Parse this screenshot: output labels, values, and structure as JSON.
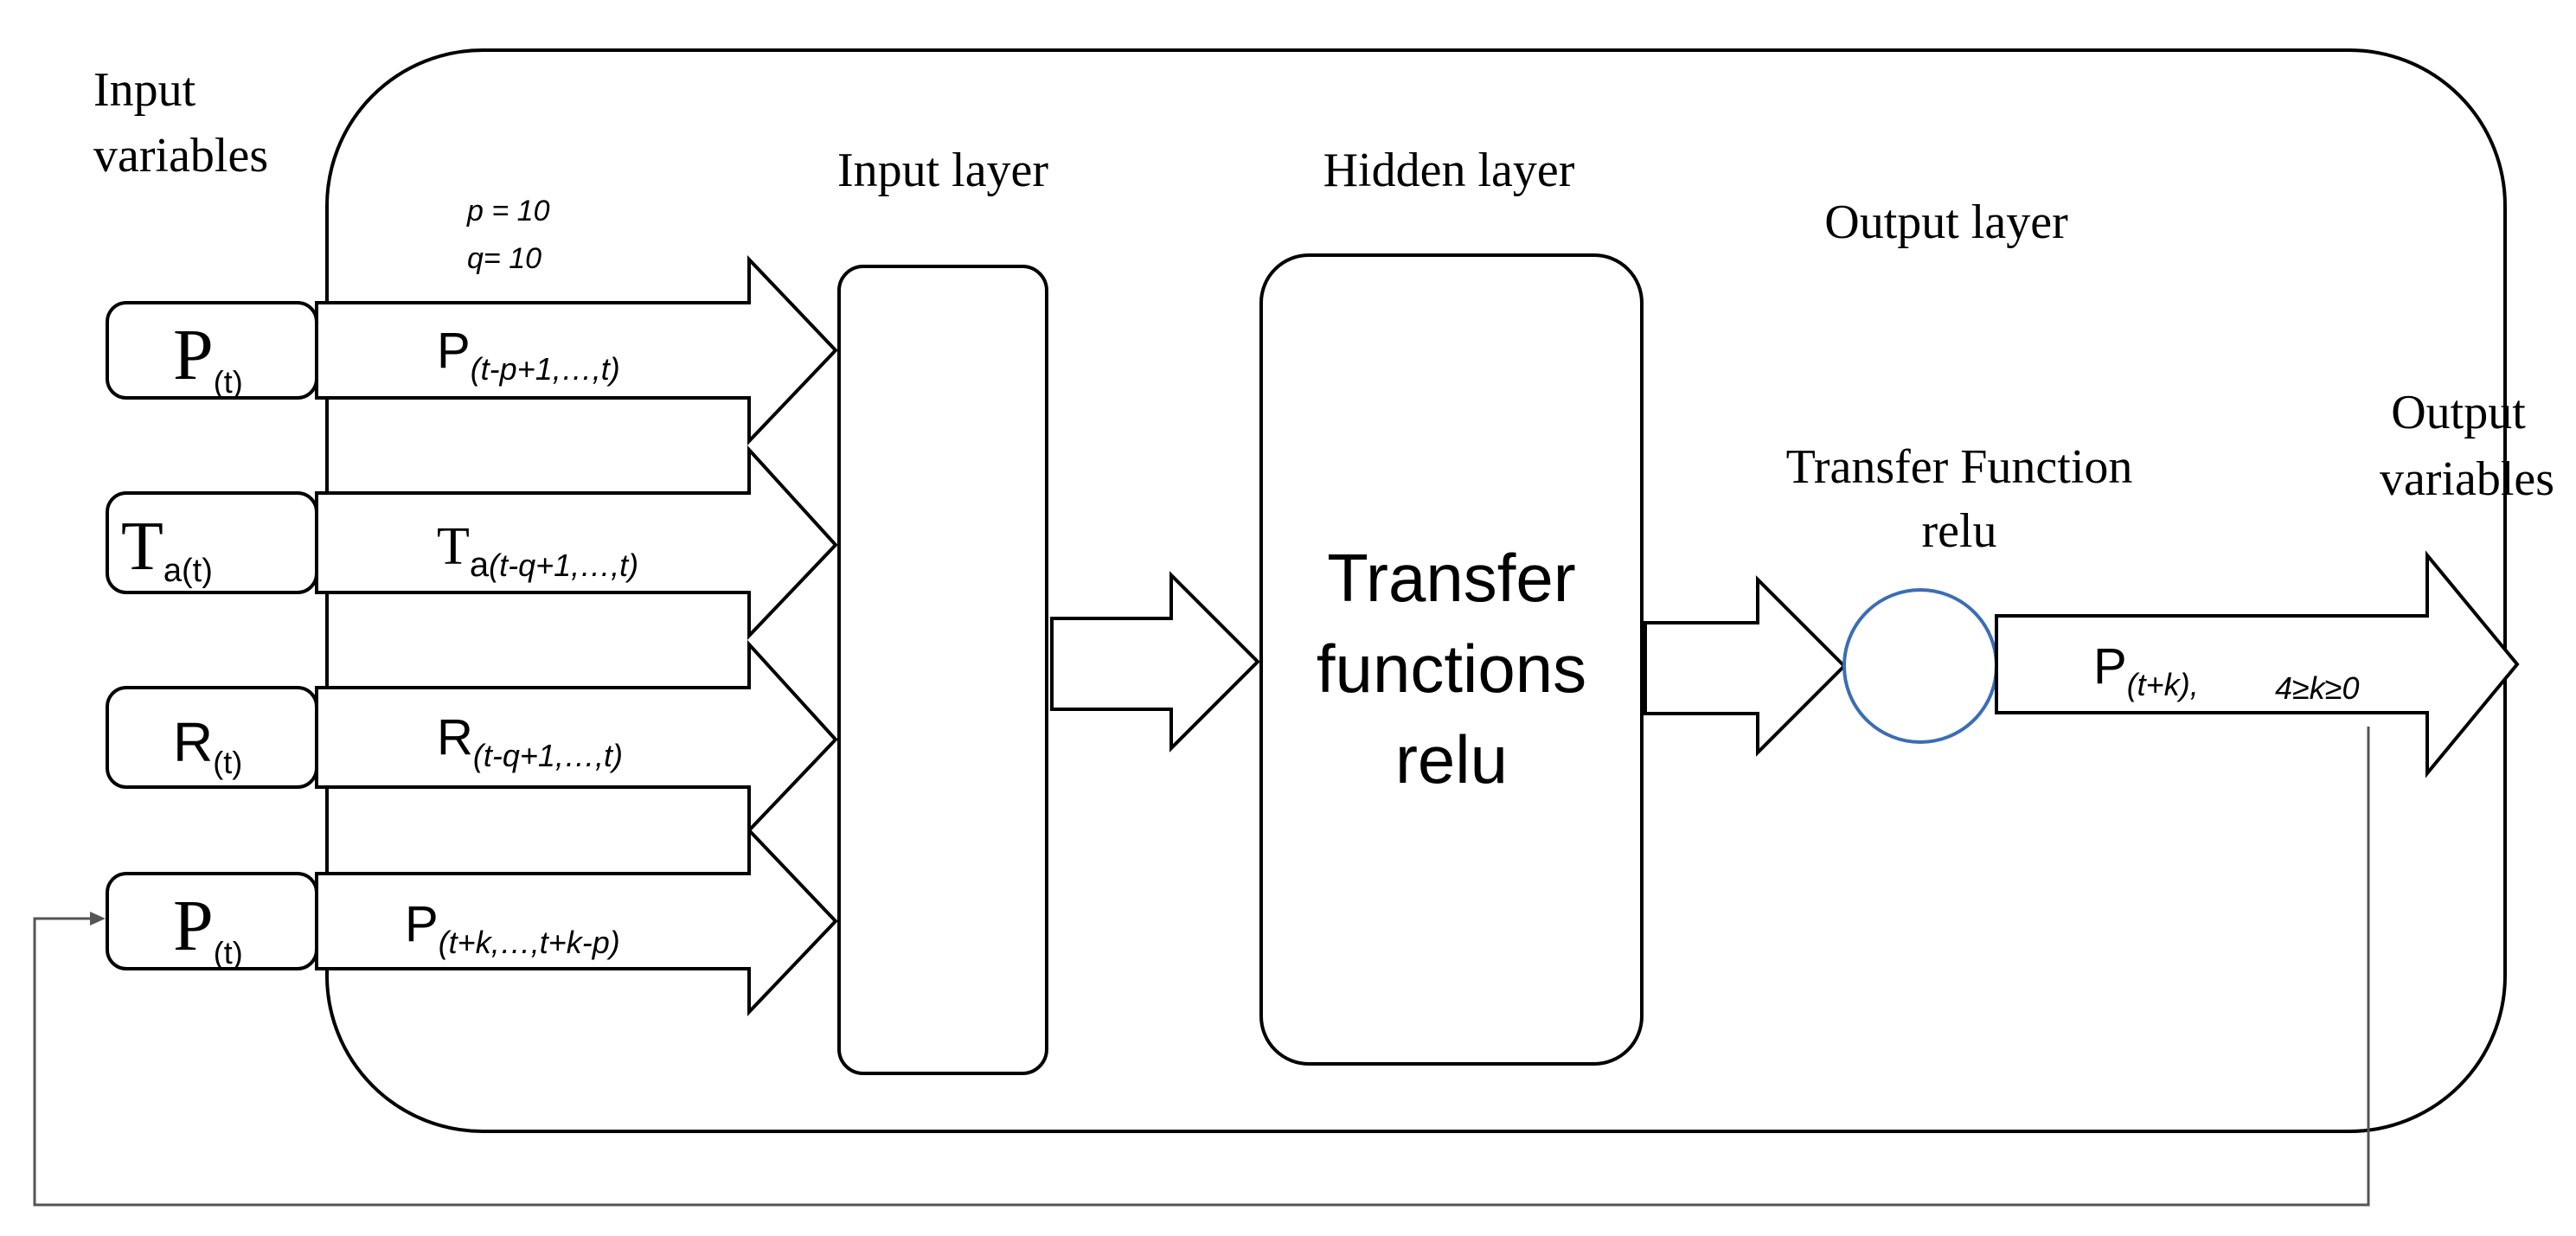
{
  "labels": {
    "input_variables": [
      "Input",
      "variables"
    ],
    "output_variables": [
      "Output",
      "variables"
    ],
    "input_layer": "Input layer",
    "hidden_layer": "Hidden layer",
    "output_layer": "Output layer",
    "params": [
      "p = 10",
      "q= 10"
    ],
    "transfer_function": [
      "Transfer Function",
      "relu"
    ],
    "hidden_box": [
      "Transfer",
      "functions",
      "relu"
    ]
  },
  "inputs": [
    {
      "main": "P",
      "sub": "(t)",
      "arrow_main": "P",
      "arrow_sub": "(t-p+1,…,t)"
    },
    {
      "main": "T",
      "sub": "a(t)",
      "arrow_main": "T",
      "arrow_sub_a": "a",
      "arrow_sub": "(t-q+1,…,t)"
    },
    {
      "main": "R",
      "sub": "(t)",
      "arrow_main": "R",
      "arrow_sub": "(t-q+1,…,t)"
    },
    {
      "main": "P",
      "sub": "(t)",
      "arrow_main": "P",
      "arrow_sub": "(t+k,…,t+k-p)"
    }
  ],
  "output": {
    "main": "P",
    "sub": "(t+k),",
    "range": "4≥k≥0"
  },
  "colors": {
    "circle_stroke": "#3a6db5",
    "line": "#000000",
    "feedback_line": "#555555"
  }
}
